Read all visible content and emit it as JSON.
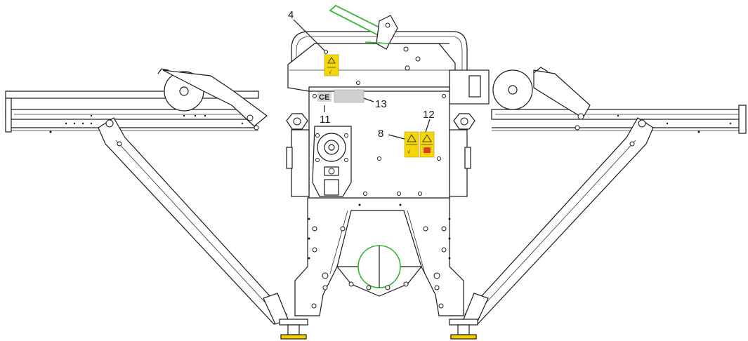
{
  "callouts": {
    "c4": "4",
    "c8": "8",
    "c11": "11",
    "c12": "12",
    "c13": "13"
  },
  "ce_mark": "CE",
  "colors": {
    "line": "#1a1a1a",
    "warning_label": "#f5d60a",
    "highlight_green": "#33b533",
    "rating_plate": "#d0d0d0"
  },
  "icons": [
    "warning-label",
    "rating-plate",
    "ce-mark",
    "foot-pedal",
    "dough-roller"
  ]
}
